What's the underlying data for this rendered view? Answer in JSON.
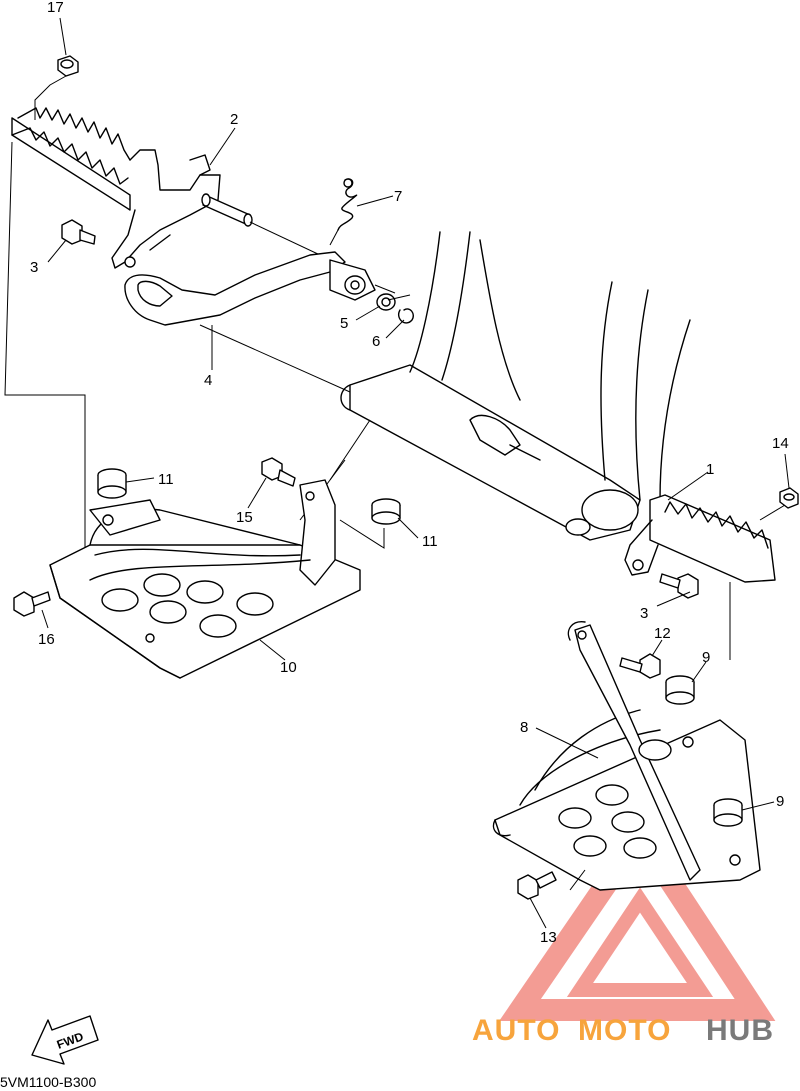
{
  "callouts": [
    {
      "id": "17",
      "text": "17"
    },
    {
      "id": "2",
      "text": "2"
    },
    {
      "id": "7",
      "text": "7"
    },
    {
      "id": "3a",
      "text": "3"
    },
    {
      "id": "5",
      "text": "5"
    },
    {
      "id": "6",
      "text": "6"
    },
    {
      "id": "4",
      "text": "4"
    },
    {
      "id": "11a",
      "text": "11"
    },
    {
      "id": "15",
      "text": "15"
    },
    {
      "id": "11b",
      "text": "11"
    },
    {
      "id": "14",
      "text": "14"
    },
    {
      "id": "1",
      "text": "1"
    },
    {
      "id": "16",
      "text": "16"
    },
    {
      "id": "10",
      "text": "10"
    },
    {
      "id": "3b",
      "text": "3"
    },
    {
      "id": "12",
      "text": "12"
    },
    {
      "id": "9a",
      "text": "9"
    },
    {
      "id": "8",
      "text": "8"
    },
    {
      "id": "9b",
      "text": "9"
    },
    {
      "id": "13",
      "text": "13"
    }
  ],
  "fwd_label": "FWD",
  "drawing_code": "5VM1100-B300",
  "watermark": {
    "part1": "AUTO",
    "part2": "MOTO",
    "part3": "HUB",
    "color_red": "#f28b82",
    "color_orange": "#f7a43c",
    "color_gray": "#7a7a7a"
  }
}
